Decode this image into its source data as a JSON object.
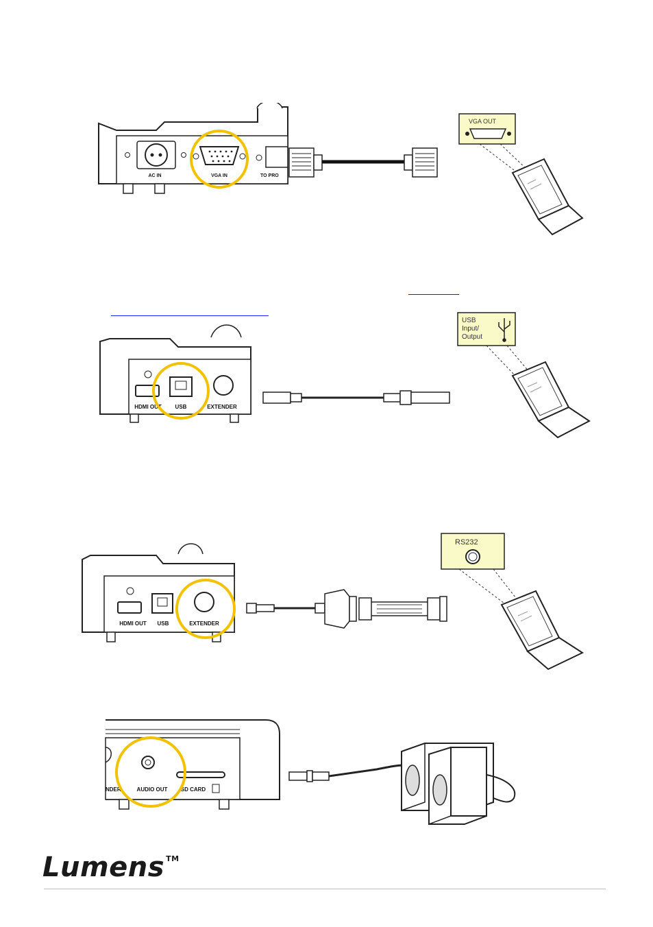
{
  "vga_panel": {
    "port_labels": [
      "AC IN",
      "VGA IN",
      "TO PRO"
    ],
    "callout": "VGA OUT"
  },
  "usb_panel": {
    "port_labels": [
      "HDMI OUT",
      "USB",
      "EXTENDER"
    ],
    "callout": [
      "USB",
      "Input/",
      "Output"
    ]
  },
  "rs232_panel": {
    "port_labels": [
      "HDMI OUT",
      "USB",
      "EXTENDER"
    ],
    "callout": "RS232"
  },
  "audio_panel": {
    "port_labels": [
      "NDER",
      "AUDIO OUT",
      "SD CARD"
    ]
  },
  "colors": {
    "highlight_ring": "#f2c200",
    "callout_fill": "#fafac8",
    "link": "#1a1aff"
  },
  "footer": {
    "brand": "Lumens",
    "trademark": "TM"
  }
}
